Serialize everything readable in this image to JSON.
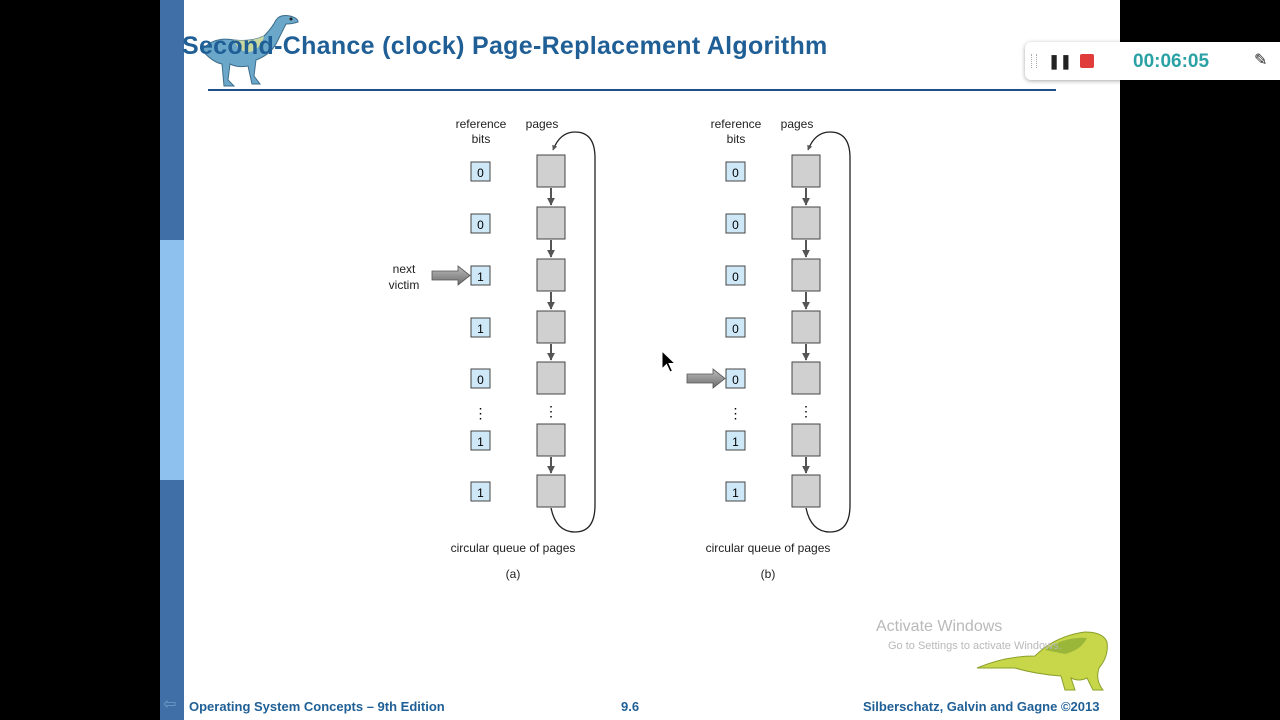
{
  "slide": {
    "title": "Second-Chance (clock) Page-Replacement Algorithm",
    "footer_left": "Operating System Concepts – 9th Edition",
    "footer_center": "9.6",
    "footer_right": "Silberschatz, Galvin and Gagne ©2013"
  },
  "diagram": {
    "header_reference_bits_line1": "reference",
    "header_reference_bits_line2": "bits",
    "header_pages": "pages",
    "queue_caption": "circular queue of pages",
    "next_victim_line1": "next",
    "next_victim_line2": "victim",
    "panel_a": {
      "label": "(a)",
      "bits": [
        "0",
        "0",
        "1",
        "1",
        "0",
        "1",
        "1"
      ]
    },
    "panel_b": {
      "label": "(b)",
      "bits": [
        "0",
        "0",
        "0",
        "0",
        "0",
        "1",
        "1"
      ]
    }
  },
  "recorder": {
    "time": "00:06:05"
  },
  "watermark": {
    "line1": "Activate Windows",
    "line2": "Go to Settings to activate Windows."
  },
  "colors": {
    "title": "#1f5f96",
    "bitbox": "#cfe8f7",
    "page": "#d0d0d0",
    "sidebar": "#3f6fa6",
    "stop": "#e03c3c",
    "timer": "#2aa1a4"
  }
}
